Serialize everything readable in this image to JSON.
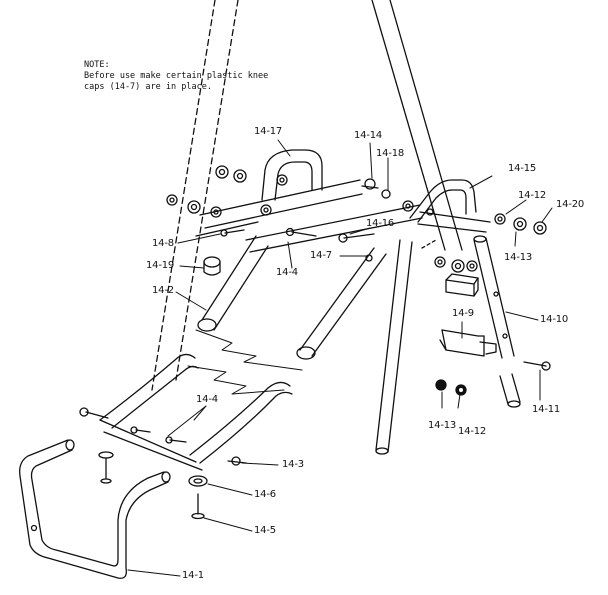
{
  "note": {
    "heading": "NOTE:",
    "line1": "Before use make certain plastic knee",
    "line2": "caps (14-7) are in place."
  },
  "labels": {
    "p14_17": "14-17",
    "p14_14": "14-14",
    "p14_18": "14-18",
    "p14_15": "14-15",
    "p14_12a": "14-12",
    "p14_20": "14-20",
    "p14_16": "14-16",
    "p14_8": "14-8",
    "p14_7": "14-7",
    "p14_13a": "14-13",
    "p14_19": "14-19",
    "p14_4a": "14-4",
    "p14_2": "14-2",
    "p14_10": "14-10",
    "p14_9": "14-9",
    "p14_13b": "14-13",
    "p14_12b": "14-12",
    "p14_11": "14-11",
    "p14_4b": "14-4",
    "p14_3": "14-3",
    "p14_6": "14-6",
    "p14_5": "14-5",
    "p14_1": "14-1"
  },
  "colors": {
    "ink": "#111111",
    "paper": "#ffffff"
  }
}
